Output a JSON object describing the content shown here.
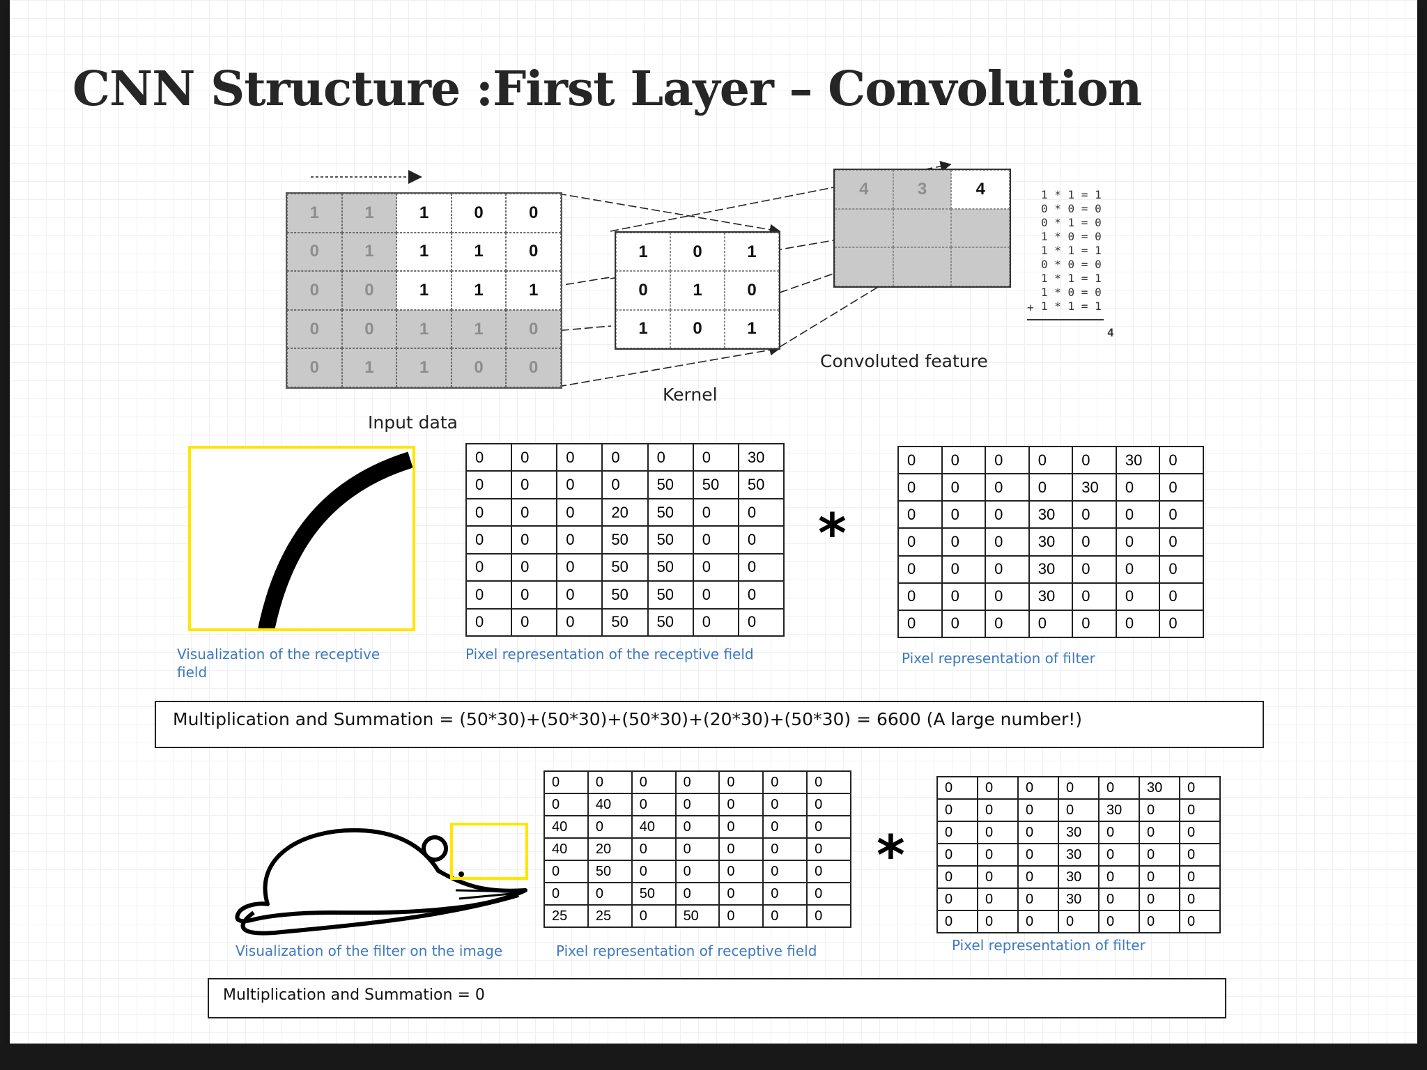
{
  "slide": {
    "title": "CNN Structure :First Layer – Convolution"
  },
  "diagram": {
    "input_label": "Input data",
    "kernel_label": "Kernel",
    "feature_label": "Convoluted feature",
    "input_grid": [
      [
        "1",
        "1",
        "1",
        "0",
        "0"
      ],
      [
        "0",
        "1",
        "1",
        "1",
        "0"
      ],
      [
        "0",
        "0",
        "1",
        "1",
        "1"
      ],
      [
        "0",
        "0",
        "1",
        "1",
        "0"
      ],
      [
        "0",
        "1",
        "1",
        "0",
        "0"
      ]
    ],
    "kernel_grid": [
      [
        "1",
        "0",
        "1"
      ],
      [
        "0",
        "1",
        "0"
      ],
      [
        "1",
        "0",
        "1"
      ]
    ],
    "feature_grid": [
      [
        "4",
        "3",
        "4"
      ],
      [
        "",
        "",
        ""
      ],
      [
        "",
        "",
        ""
      ]
    ],
    "calc_lines": [
      "1 * 1 = 1",
      "0 * 0 = 0",
      "0 * 1 = 0",
      "1 * 0 = 0",
      "1 * 1 = 1",
      "0 * 0 = 0",
      "1 * 1 = 1",
      "1 * 0 = 0",
      "1 * 1 = 1"
    ],
    "calc_plus": "+",
    "calc_total": "4"
  },
  "section1": {
    "receptive_caption": "Visualization of the receptive field",
    "pixel_caption": "Pixel representation  of the receptive field",
    "filter_caption": "Pixel representation  of filter",
    "operator": "*",
    "receptive_matrix": [
      [
        "0",
        "0",
        "0",
        "0",
        "0",
        "0",
        "30"
      ],
      [
        "0",
        "0",
        "0",
        "0",
        "50",
        "50",
        "50"
      ],
      [
        "0",
        "0",
        "0",
        "20",
        "50",
        "0",
        "0"
      ],
      [
        "0",
        "0",
        "0",
        "50",
        "50",
        "0",
        "0"
      ],
      [
        "0",
        "0",
        "0",
        "50",
        "50",
        "0",
        "0"
      ],
      [
        "0",
        "0",
        "0",
        "50",
        "50",
        "0",
        "0"
      ],
      [
        "0",
        "0",
        "0",
        "50",
        "50",
        "0",
        "0"
      ]
    ],
    "filter_matrix": [
      [
        "0",
        "0",
        "0",
        "0",
        "0",
        "30",
        "0"
      ],
      [
        "0",
        "0",
        "0",
        "0",
        "30",
        "0",
        "0"
      ],
      [
        "0",
        "0",
        "0",
        "30",
        "0",
        "0",
        "0"
      ],
      [
        "0",
        "0",
        "0",
        "30",
        "0",
        "0",
        "0"
      ],
      [
        "0",
        "0",
        "0",
        "30",
        "0",
        "0",
        "0"
      ],
      [
        "0",
        "0",
        "0",
        "30",
        "0",
        "0",
        "0"
      ],
      [
        "0",
        "0",
        "0",
        "0",
        "0",
        "0",
        "0"
      ]
    ],
    "equation": "Multiplication and Summation = (50*30)+(50*30)+(50*30)+(20*30)+(50*30) = 6600 (A large number!)"
  },
  "section2": {
    "mouse_caption": "Visualization of the filter on the image",
    "pixel_caption": "Pixel representation  of receptive field",
    "filter_caption": "Pixel representation  of filter",
    "operator": "*",
    "receptive_matrix": [
      [
        "0",
        "0",
        "0",
        "0",
        "0",
        "0",
        "0"
      ],
      [
        "0",
        "40",
        "0",
        "0",
        "0",
        "0",
        "0"
      ],
      [
        "40",
        "0",
        "40",
        "0",
        "0",
        "0",
        "0"
      ],
      [
        "40",
        "20",
        "0",
        "0",
        "0",
        "0",
        "0"
      ],
      [
        "0",
        "50",
        "0",
        "0",
        "0",
        "0",
        "0"
      ],
      [
        "0",
        "0",
        "50",
        "0",
        "0",
        "0",
        "0"
      ],
      [
        "25",
        "25",
        "0",
        "50",
        "0",
        "0",
        "0"
      ]
    ],
    "filter_matrix": [
      [
        "0",
        "0",
        "0",
        "0",
        "0",
        "30",
        "0"
      ],
      [
        "0",
        "0",
        "0",
        "0",
        "30",
        "0",
        "0"
      ],
      [
        "0",
        "0",
        "0",
        "30",
        "0",
        "0",
        "0"
      ],
      [
        "0",
        "0",
        "0",
        "30",
        "0",
        "0",
        "0"
      ],
      [
        "0",
        "0",
        "0",
        "30",
        "0",
        "0",
        "0"
      ],
      [
        "0",
        "0",
        "0",
        "30",
        "0",
        "0",
        "0"
      ],
      [
        "0",
        "0",
        "0",
        "0",
        "0",
        "0",
        "0"
      ]
    ],
    "equation": "Multiplication and Summation = 0"
  },
  "colors": {
    "caption_blue": "#3f79be",
    "highlight_yellow": "#ffe600",
    "cell_gray": "#c9c9c9"
  }
}
